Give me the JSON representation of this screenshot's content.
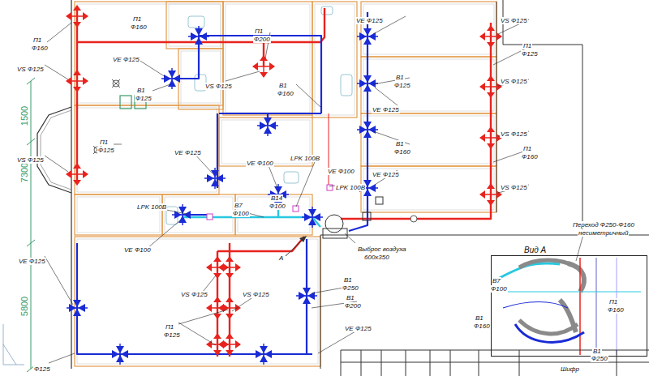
{
  "diagram": {
    "nodes": [
      {
        "text": [
          "Вид А"
        ]
      }
    ],
    "labels": [
      "П1",
      "Ф160",
      "П1",
      "Ф160",
      "VS Ф125",
      "VE Ф125",
      "П1",
      "Ф200",
      "VS Ф125",
      "В1",
      "Ф125",
      "В1",
      "Ф160",
      "VE Ф125",
      "VS Ф125",
      "П1",
      "Ф125",
      "В1",
      "Ф125",
      "VE Ф125",
      "VS Ф125",
      "П1",
      "Ф125",
      "VE Ф125",
      "VS Ф125",
      "В1",
      "Ф160",
      "VS Ф125",
      "П1",
      "Ф160",
      "VE Ф125",
      "VS Ф125",
      "VE Ф100",
      "LPK 100B",
      "VE Ф100",
      "LPK 100B",
      "LPK 100B",
      "В7",
      "Ф100",
      "В14",
      "Ф100",
      "VE Ф100",
      "А",
      "Выброс воздуха",
      "600х350",
      "Переход Ф250-Ф160",
      "несиметричный",
      "VE Ф125",
      "VS Ф125",
      "VS Ф125",
      "В1",
      "Ф250",
      "В1",
      "Ф200",
      "П1",
      "Ф125",
      "VE Ф125",
      "В1",
      "Ф125",
      "В7",
      "Ф100",
      "П1",
      "Ф160",
      "В1",
      "Ф160",
      "В1",
      "Ф250",
      "Шифр",
      "1500",
      "7300",
      "5800"
    ]
  }
}
